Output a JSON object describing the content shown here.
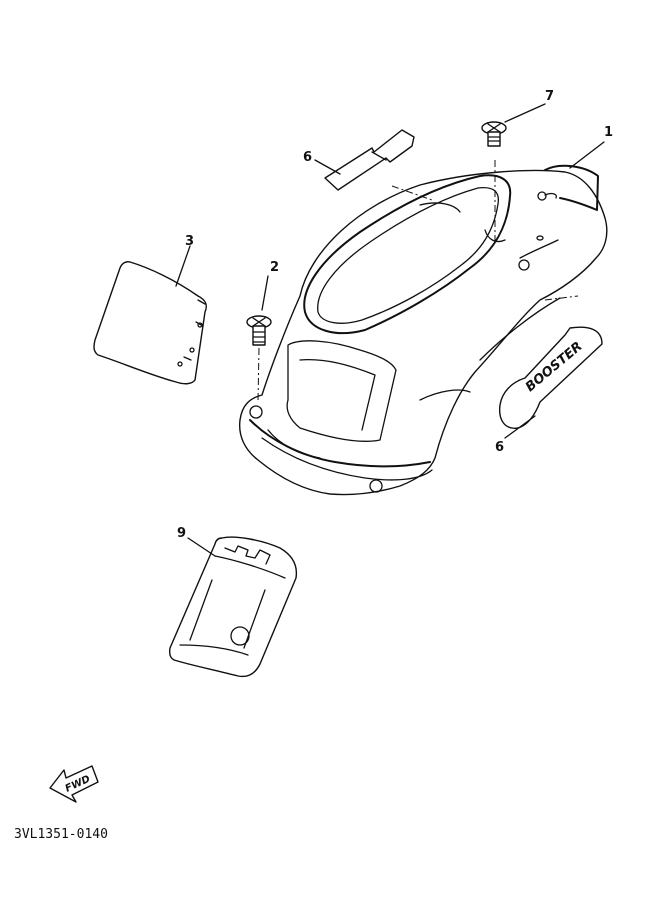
{
  "callouts": {
    "p1": "1",
    "p2": "2",
    "p3": "3",
    "p6a": "6",
    "p6b": "6",
    "p7": "7",
    "p9": "9"
  },
  "emblem_text": "BOOSTER",
  "fwd_arrow_text": "FWD",
  "drawing_code": "3VL1351-0140"
}
